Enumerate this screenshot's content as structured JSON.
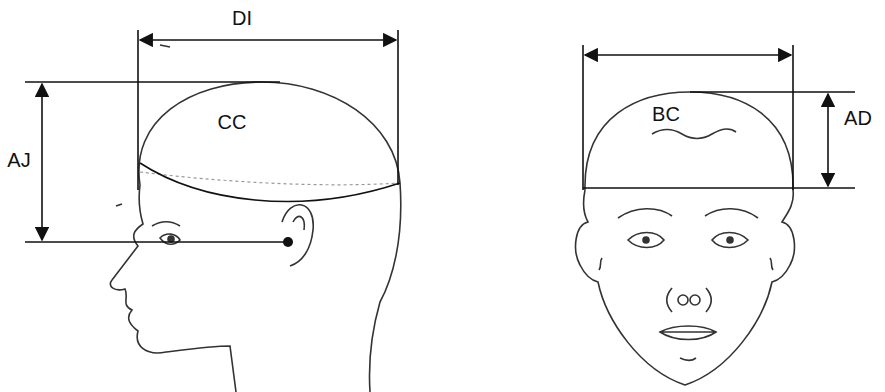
{
  "diagram": {
    "labels": [
      "DI",
      "AJ",
      "CC",
      "BC",
      "AD"
    ]
  }
}
